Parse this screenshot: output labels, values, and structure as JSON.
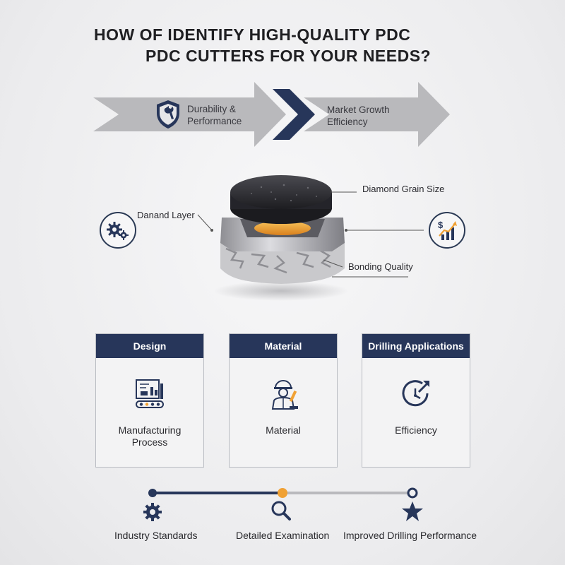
{
  "title": {
    "line1": "HOW OF  IDENTIFY HIGH-QUALITY PDC",
    "line2": "PDC CUTTERS FOR YOUR NEEDS?"
  },
  "arrows": [
    {
      "label": "Durability &\nPerformance",
      "icon": "shield-wrench-icon"
    },
    {
      "label": "Market Growth\nEfficiency"
    }
  ],
  "callouts": {
    "diamond_layer": "Danand Layer",
    "grain_size": "Diamond Grain Size",
    "bonding": "Bonding Quality",
    "left_icon": "gears-icon",
    "right_icon": "dollar-growth-chart-icon"
  },
  "cards": [
    {
      "header": "Design",
      "label": "Manufacturing\nProcess",
      "icon": "factory-blueprint-icon"
    },
    {
      "header": "Material",
      "label": "Material",
      "icon": "engineer-icon"
    },
    {
      "header": "Drilling Applications",
      "label": "Efficiency",
      "icon": "clock-arrow-icon"
    }
  ],
  "timeline": {
    "progress": 0.5,
    "steps": [
      {
        "label": "Industry Standards",
        "icon": "gear-icon"
      },
      {
        "label": "Detailed Examination",
        "icon": "magnifier-icon"
      },
      {
        "label": "Improved Drilling Performance",
        "icon": "star-icon"
      }
    ]
  },
  "colors": {
    "navy": "#27365a",
    "orange": "#f0a134",
    "arrow_gray": "#b7b7ba"
  }
}
